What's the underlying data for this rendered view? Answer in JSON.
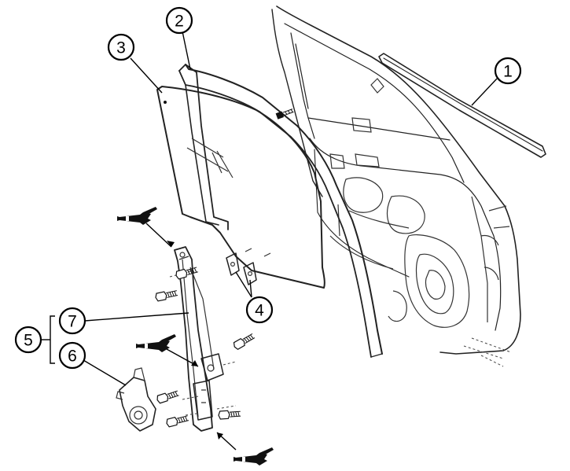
{
  "callouts": [
    {
      "id": "1",
      "label": "1"
    },
    {
      "id": "2",
      "label": "2"
    },
    {
      "id": "3",
      "label": "3"
    },
    {
      "id": "4",
      "label": "4"
    },
    {
      "id": "5",
      "label": "5"
    },
    {
      "id": "6",
      "label": "6"
    },
    {
      "id": "7",
      "label": "7"
    }
  ],
  "icons": [
    "grease-applicator-icon"
  ],
  "colors": {
    "line": "#222222",
    "background": "#ffffff"
  }
}
